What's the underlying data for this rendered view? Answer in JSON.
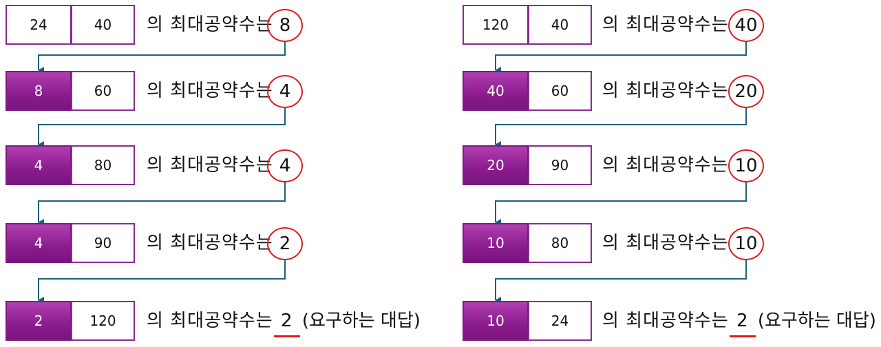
{
  "phrase": "의 최대공약수는",
  "final_suffix": "(요구하는 대답)",
  "colors": {
    "box_border": "#8a2a8e",
    "box_fill": "#8b1c8f",
    "circle": "#e01b1b",
    "arrow": "#1f5f7a"
  },
  "chains": [
    {
      "steps": [
        {
          "a": "24",
          "b": "40",
          "result": "8"
        },
        {
          "a": "8",
          "b": "60",
          "result": "4"
        },
        {
          "a": "4",
          "b": "80",
          "result": "4"
        },
        {
          "a": "4",
          "b": "90",
          "result": "2"
        },
        {
          "a": "2",
          "b": "120",
          "result": "2"
        }
      ]
    },
    {
      "steps": [
        {
          "a": "120",
          "b": "40",
          "result": "40"
        },
        {
          "a": "40",
          "b": "60",
          "result": "20"
        },
        {
          "a": "20",
          "b": "90",
          "result": "10"
        },
        {
          "a": "10",
          "b": "80",
          "result": "10"
        },
        {
          "a": "10",
          "b": "24",
          "result": "2"
        }
      ]
    }
  ]
}
